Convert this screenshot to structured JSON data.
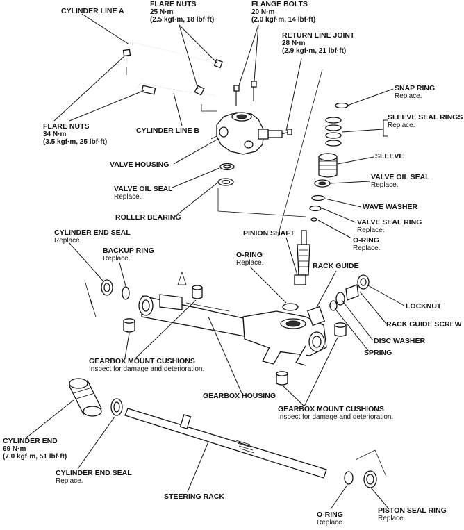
{
  "labels": {
    "cylinder_line_a": {
      "title": "CYLINDER LINE A"
    },
    "flare_nuts_top": {
      "title": "FLARE NUTS",
      "line1": "25 N·m",
      "line2": "(2.5 kgf·m, 18 lbf·ft)"
    },
    "flange_bolts": {
      "title": "FLANGE BOLTS",
      "line1": "20 N·m",
      "line2": "(2.0 kgf·m, 14 lbf·ft)"
    },
    "return_line_joint": {
      "title": "RETURN LINE JOINT",
      "line1": "28 N·m",
      "line2": "(2.9 kgf·m, 21 lbf·ft)"
    },
    "snap_ring": {
      "title": "SNAP RING",
      "note": "Replace."
    },
    "sleeve_seal_rings": {
      "title": "SLEEVE SEAL RINGS",
      "note": "Replace."
    },
    "sleeve": {
      "title": "SLEEVE"
    },
    "valve_oil_seal_right": {
      "title": "VALVE OIL SEAL",
      "note": "Replace."
    },
    "wave_washer": {
      "title": "WAVE WASHER"
    },
    "valve_seal_ring": {
      "title": "VALVE SEAL RING",
      "note": "Replace."
    },
    "o_ring_valve": {
      "title": "O-RING",
      "note": "Replace."
    },
    "flare_nuts_left": {
      "title": "FLARE NUTS",
      "line1": "34 N·m",
      "line2": "(3.5 kgf·m, 25 lbf·ft)"
    },
    "cylinder_line_b": {
      "title": "CYLINDER LINE B"
    },
    "valve_housing": {
      "title": "VALVE HOUSING"
    },
    "valve_oil_seal_left": {
      "title": "VALVE OIL SEAL",
      "note": "Replace."
    },
    "roller_bearing": {
      "title": "ROLLER BEARING"
    },
    "cylinder_end_seal_top": {
      "title": "CYLINDER END SEAL",
      "note": "Replace."
    },
    "backup_ring": {
      "title": "BACKUP RING",
      "note": "Replace."
    },
    "pinion_shaft": {
      "title": "PINION SHAFT"
    },
    "o_ring_pinion": {
      "title": "O-RING",
      "note": "Replace."
    },
    "rack_guide": {
      "title": "RACK GUIDE"
    },
    "locknut": {
      "title": "LOCKNUT"
    },
    "rack_guide_screw": {
      "title": "RACK GUIDE SCREW"
    },
    "disc_washer": {
      "title": "DISC WASHER"
    },
    "spring": {
      "title": "SPRING"
    },
    "gearbox_mount_cushions_left": {
      "title": "GEARBOX MOUNT CUSHIONS",
      "note": "Inspect for damage and deterioration."
    },
    "gearbox_housing": {
      "title": "GEARBOX HOUSING"
    },
    "gearbox_mount_cushions_right": {
      "title": "GEARBOX MOUNT CUSHIONS",
      "note": "Inspect for damage and deterioration."
    },
    "cylinder_end": {
      "title": "CYLINDER END",
      "line1": "69 N·m",
      "line2": "(7.0 kgf·m, 51 lbf·ft)"
    },
    "cylinder_end_seal_bottom": {
      "title": "CYLINDER END SEAL",
      "note": "Replace."
    },
    "steering_rack": {
      "title": "STEERING RACK"
    },
    "o_ring_rack": {
      "title": "O-RING",
      "note": "Replace."
    },
    "piston_seal_ring": {
      "title": "PISTON SEAL RING",
      "note": "Replace."
    }
  }
}
